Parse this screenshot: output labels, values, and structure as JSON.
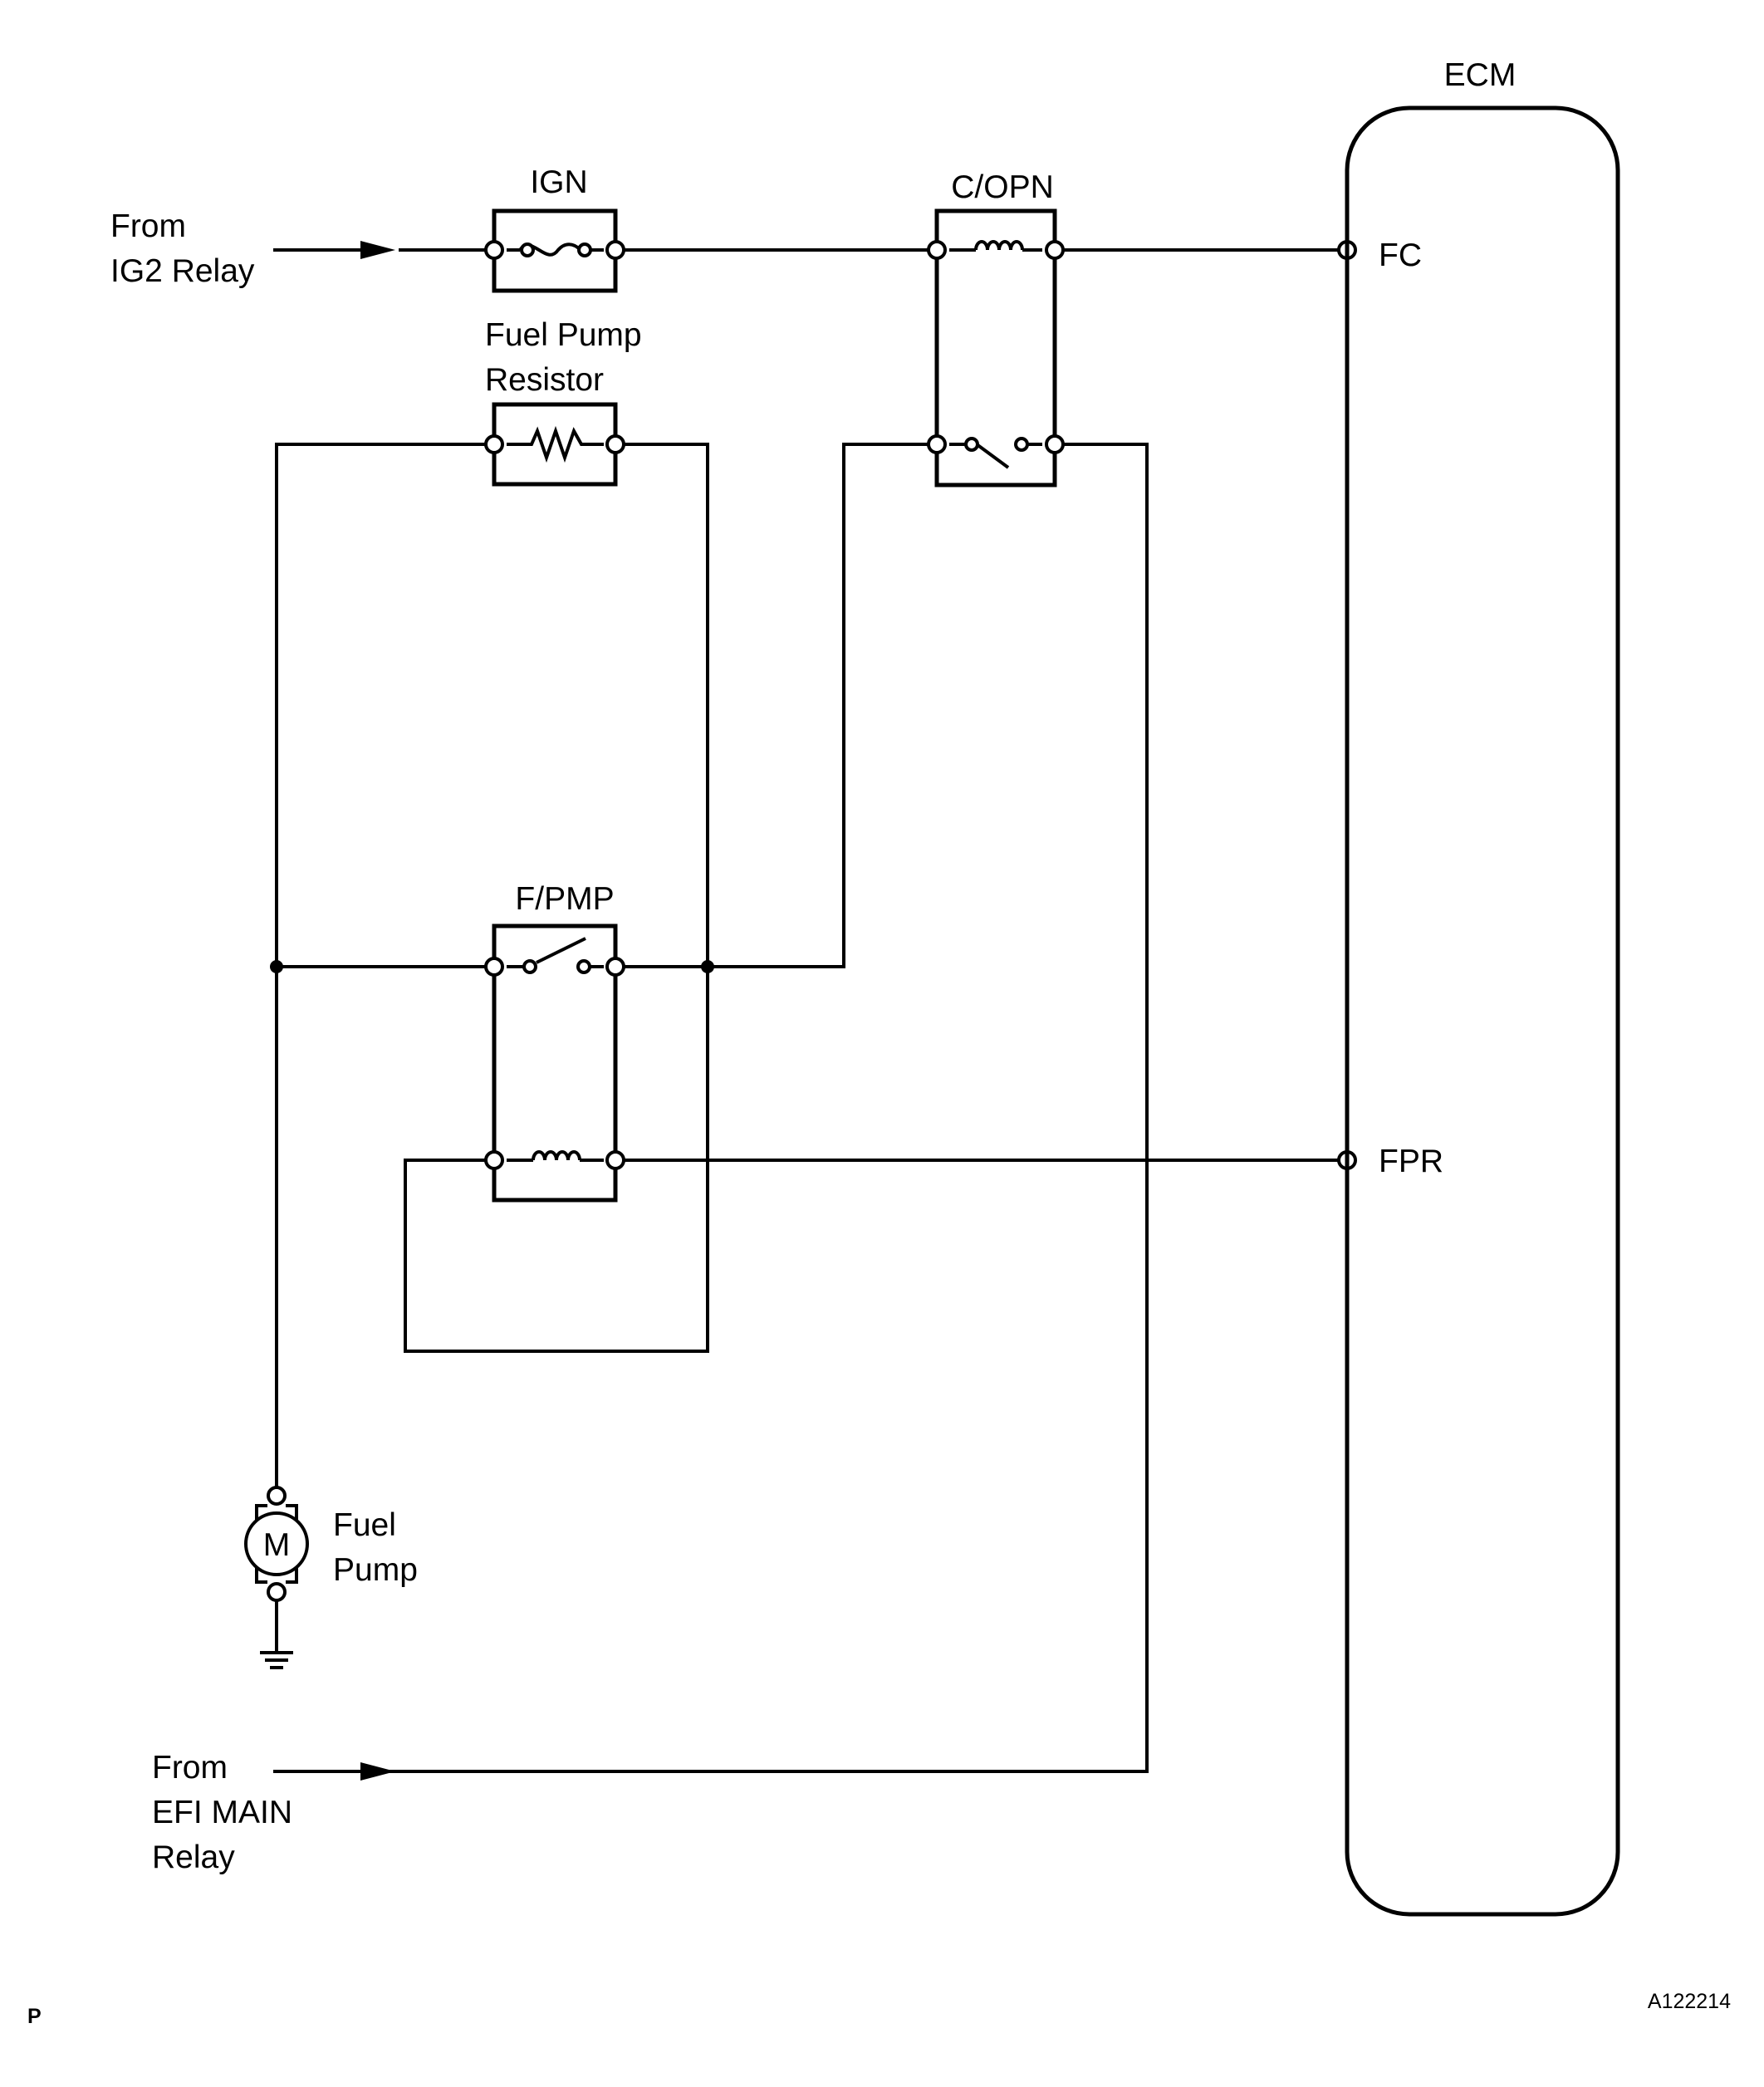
{
  "title": "ECM",
  "sources": {
    "ig2": [
      "From",
      "IG2 Relay"
    ],
    "efi": [
      "From",
      "EFI MAIN",
      "Relay"
    ]
  },
  "components": {
    "ign_fuse": "IGN",
    "copn_relay": "C/OPN",
    "resistor": [
      "Fuel Pump",
      "Resistor"
    ],
    "fpmp_relay": "F/PMP",
    "motor": [
      "Fuel",
      "Pump"
    ],
    "motor_symbol": "M"
  },
  "ecm": {
    "label": "ECM",
    "terminals": [
      "FC",
      "FPR"
    ]
  },
  "footer": {
    "left_code": "P",
    "figure_id": "A122214"
  },
  "colors": {
    "line": "#000000",
    "background": "#ffffff"
  }
}
